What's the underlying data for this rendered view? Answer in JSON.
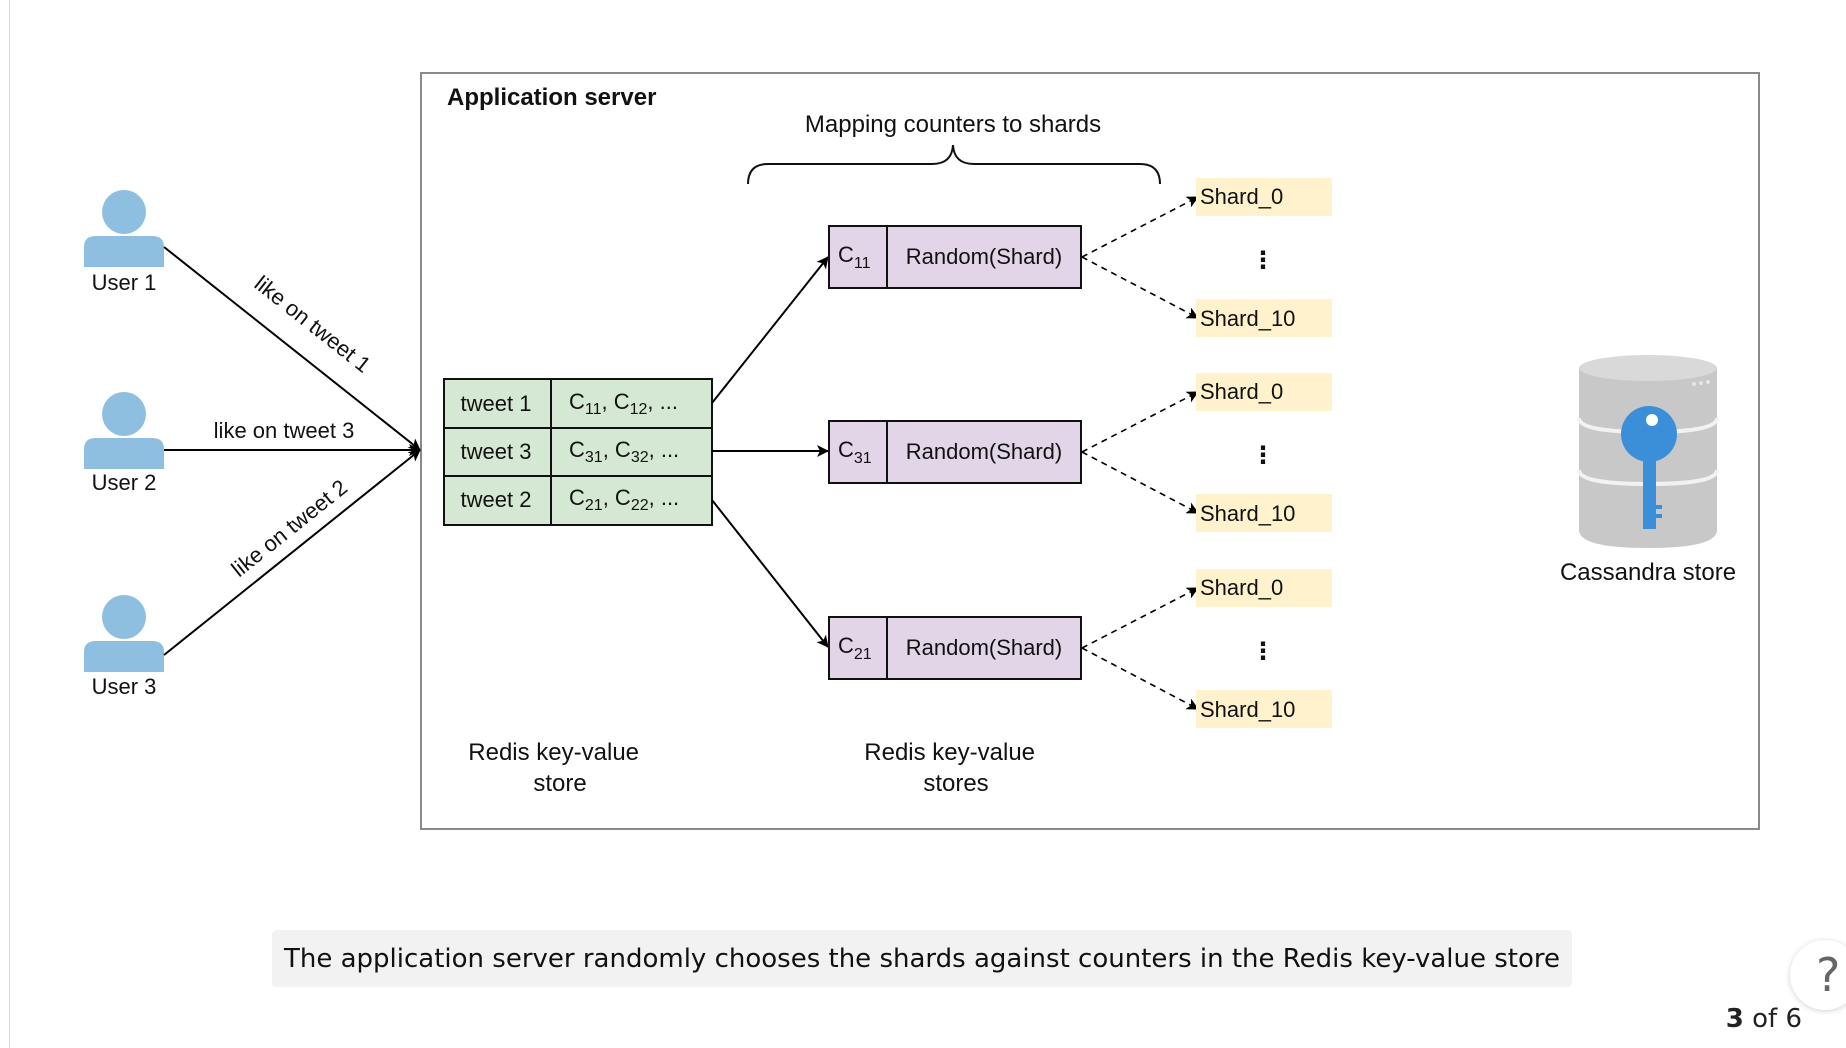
{
  "diagram": {
    "app_server_title": "Application server",
    "mapping_title": "Mapping counters to shards",
    "users": [
      "User 1",
      "User 2",
      "User 3"
    ],
    "edges": {
      "user1": "like on tweet 1",
      "user2": "like on tweet 3",
      "user3": "like on tweet 2"
    },
    "tweet_table": [
      {
        "tweet": "tweet 1",
        "c": "C",
        "s1": "11",
        "s2": "12"
      },
      {
        "tweet": "tweet 3",
        "c": "C",
        "s1": "31",
        "s2": "32"
      },
      {
        "tweet": "tweet 2",
        "c": "C",
        "s1": "21",
        "s2": "22"
      }
    ],
    "counters": [
      {
        "c": "C",
        "sub": "11",
        "fn": "Random(Shard)"
      },
      {
        "c": "C",
        "sub": "31",
        "fn": "Random(Shard)"
      },
      {
        "c": "C",
        "sub": "21",
        "fn": "Random(Shard)"
      }
    ],
    "shard_first": "Shard_0",
    "shard_last": "Shard_10",
    "shard_ellipsis": "⋮",
    "redis_left": [
      "Redis key-value",
      "store"
    ],
    "redis_mid": [
      "Redis key-value",
      "stores"
    ],
    "cassandra_label": "Cassandra store",
    "colors": {
      "user": "#8fbfe0",
      "tweet_table_fill": "#d5e8d4",
      "counter_fill": "#e1d5e7",
      "shard_fill": "#fff2cc",
      "db_gray": "#c8c8c8",
      "key_blue": "#3b8fd9"
    }
  },
  "caption": "The application server randomly chooses the shards against counters in the Redis key-value store",
  "pager": {
    "current": "3",
    "rest": " of 6"
  },
  "help_icon": "?"
}
